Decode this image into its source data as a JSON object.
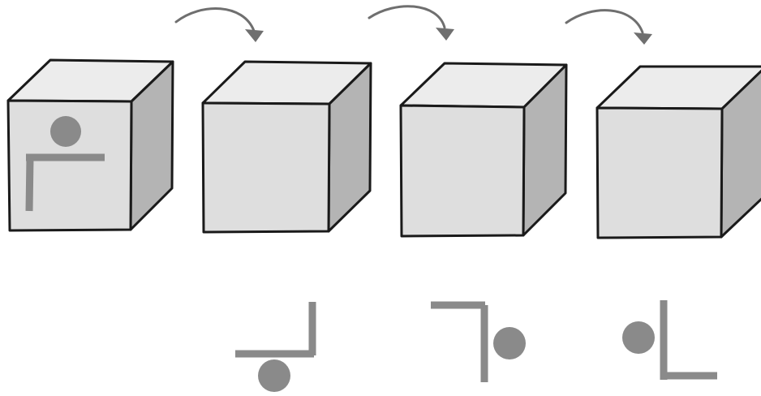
{
  "colors": {
    "outline": "#1a1a1a",
    "cube_top": "#ececec",
    "cube_front": "#dedede",
    "cube_side": "#b4b4b4",
    "symbol": "#8a8a8a",
    "arrow": "#6f6f6f",
    "background": "#ffffff"
  },
  "cubes": [
    {
      "name": "cube-1",
      "front_symbol": "dot-with-corner-bracket"
    },
    {
      "name": "cube-2",
      "front_symbol": "blank"
    },
    {
      "name": "cube-3",
      "front_symbol": "blank"
    },
    {
      "name": "cube-4",
      "front_symbol": "blank"
    }
  ],
  "arrows": [
    {
      "name": "rotation-arrow-1",
      "direction": "clockwise-down"
    },
    {
      "name": "rotation-arrow-2",
      "direction": "clockwise-down"
    },
    {
      "name": "rotation-arrow-3",
      "direction": "clockwise-down"
    }
  ],
  "options": [
    {
      "name": "option-1",
      "symbol": "dot-below-inverted-l"
    },
    {
      "name": "option-2",
      "symbol": "dot-right-of-hook"
    },
    {
      "name": "option-3",
      "symbol": "dot-left-of-l"
    }
  ]
}
